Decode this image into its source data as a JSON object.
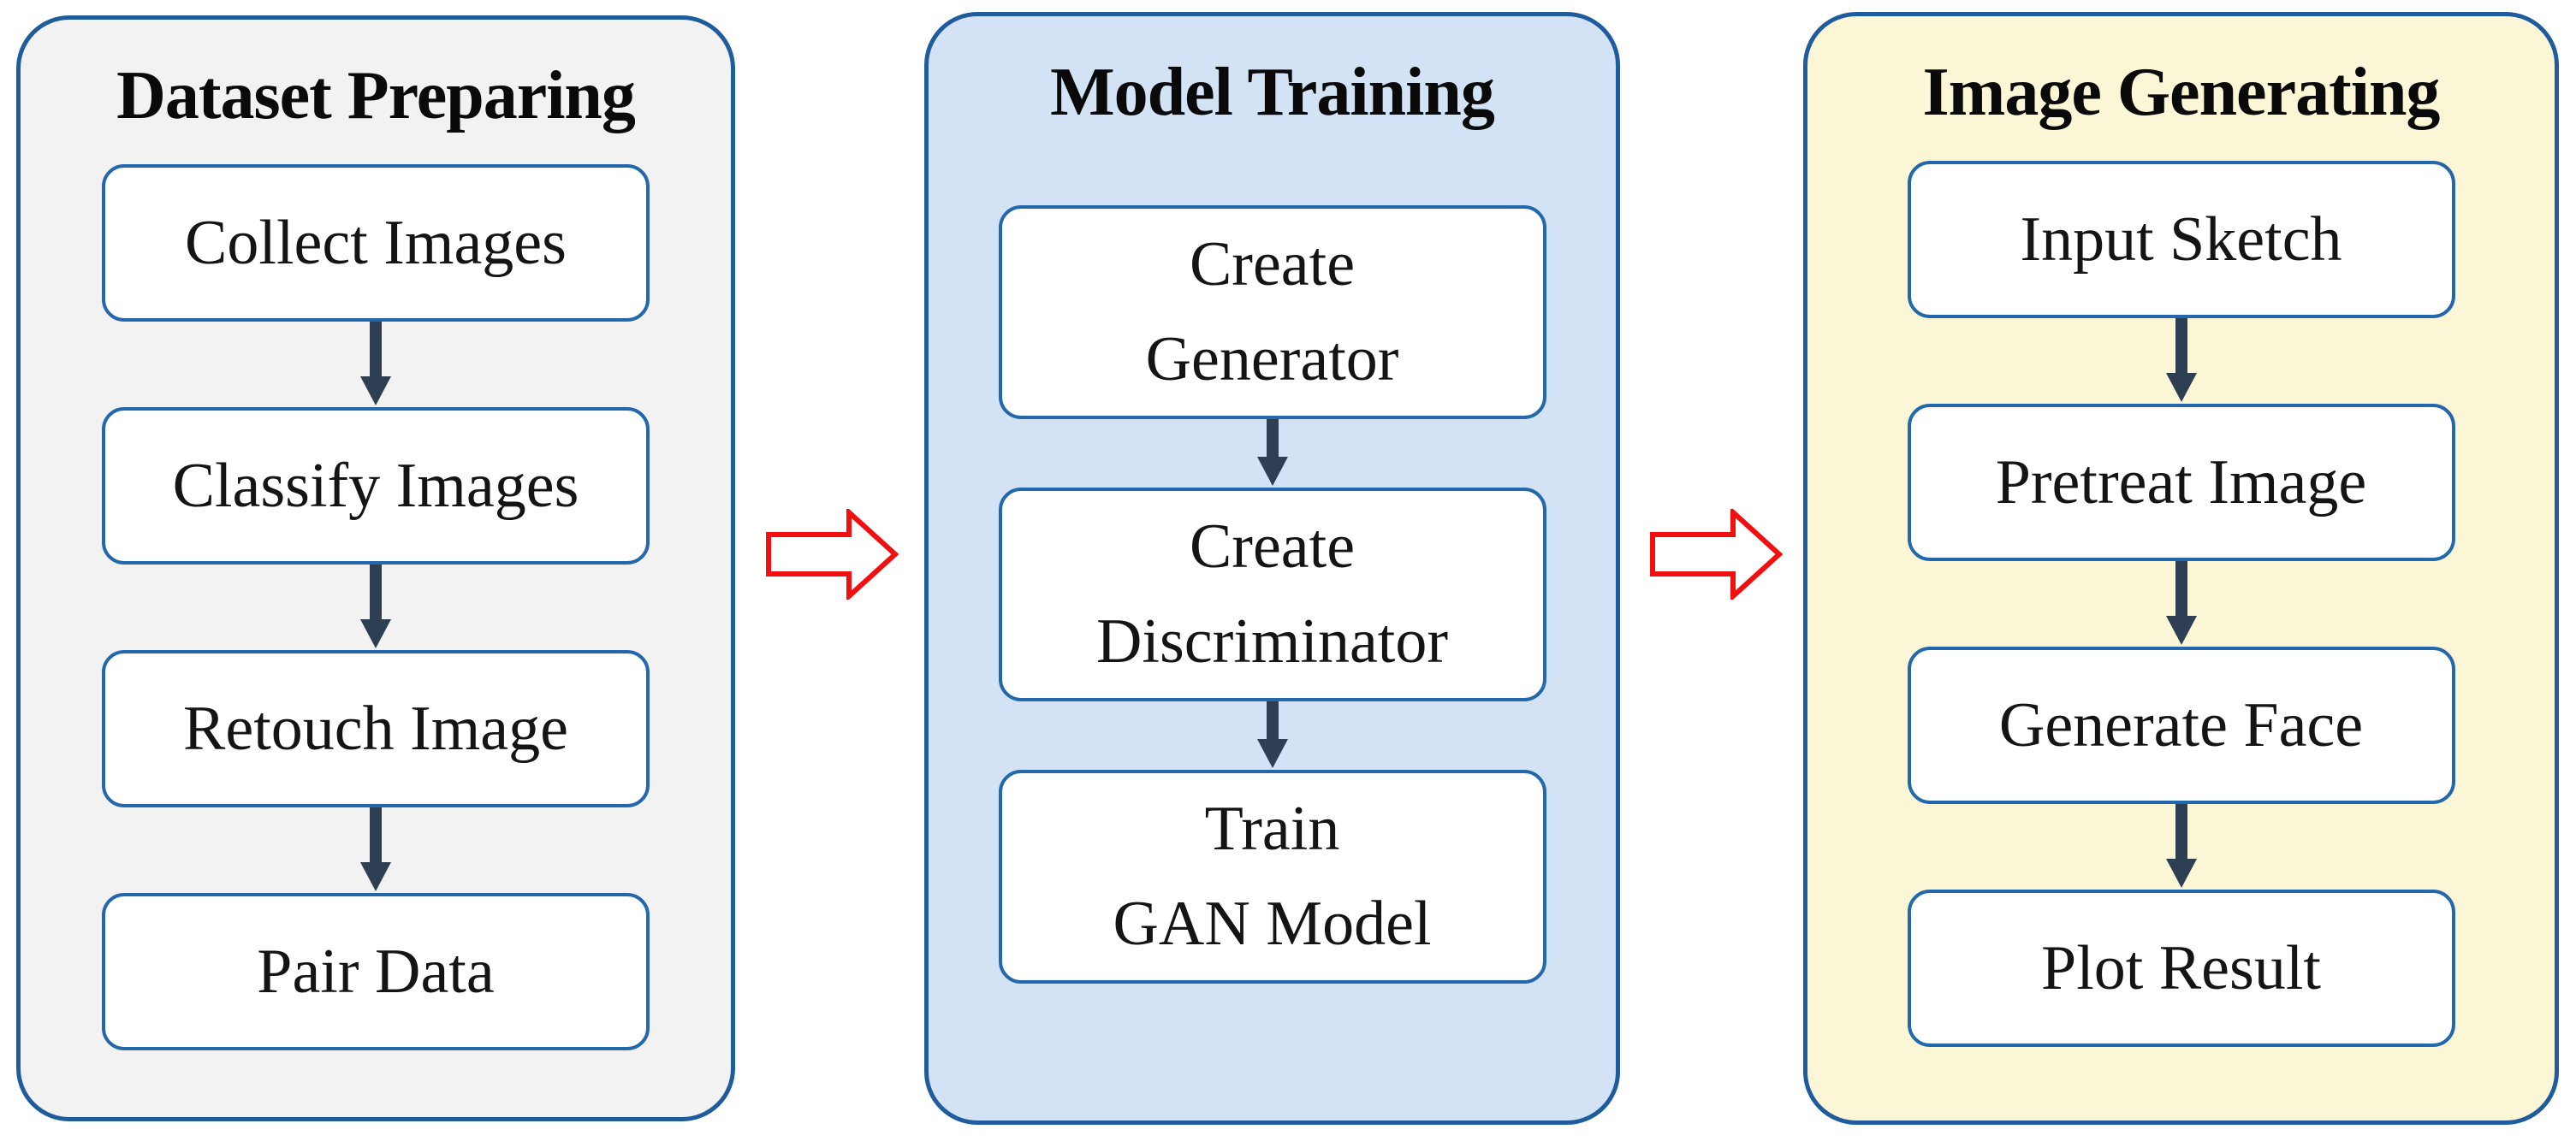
{
  "page": {
    "background": "#ffffff"
  },
  "diagram": {
    "colors": {
      "panel_border": "#1f5c9e",
      "box_border": "#2368ad",
      "box_background": "#ffffff",
      "connector_arrow": "#2e3f54",
      "flow_arrow_outline": "#f20f0f",
      "flow_arrow_fill": "#ffffff",
      "title_text": "#0a0a0a",
      "step_text": "#141414"
    },
    "panels": [
      {
        "id": "dataset-preparing",
        "title": "Dataset Preparing",
        "background": "#f2f2f2",
        "steps": [
          {
            "lines": [
              "Collect Images"
            ]
          },
          {
            "lines": [
              "Classify Images"
            ]
          },
          {
            "lines": [
              "Retouch Image"
            ]
          },
          {
            "lines": [
              "Pair Data"
            ]
          }
        ]
      },
      {
        "id": "model-training",
        "title": "Model Training",
        "background": "#d3e3f5",
        "steps": [
          {
            "lines": [
              "Create",
              "Generator"
            ]
          },
          {
            "lines": [
              "Create",
              "Discriminator"
            ]
          },
          {
            "lines": [
              "Train",
              "GAN Model"
            ]
          }
        ]
      },
      {
        "id": "image-generating",
        "title": "Image Generating",
        "background": "#fbf7d6",
        "steps": [
          {
            "lines": [
              "Input Sketch"
            ]
          },
          {
            "lines": [
              "Pretreat Image"
            ]
          },
          {
            "lines": [
              "Generate Face"
            ]
          },
          {
            "lines": [
              "Plot Result"
            ]
          }
        ]
      }
    ],
    "flow_arrows": [
      {
        "id": "flow-arrow-1",
        "icon": "block-arrow-right-icon"
      },
      {
        "id": "flow-arrow-2",
        "icon": "block-arrow-right-icon"
      }
    ]
  }
}
